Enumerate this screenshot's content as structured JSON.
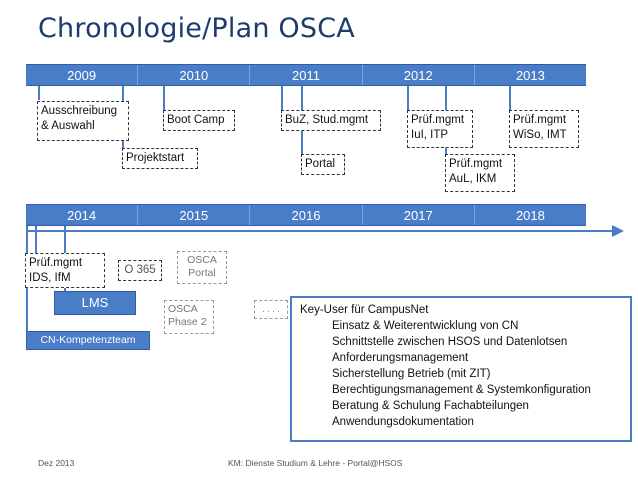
{
  "title": "Chronologie/Plan OSCA",
  "timeline_top": {
    "years": [
      "2009",
      "2010",
      "2011",
      "2012",
      "2013"
    ]
  },
  "timeline_bottom": {
    "years": [
      "2014",
      "2015",
      "2016",
      "2017",
      "2018"
    ]
  },
  "milestones_top": {
    "ausschreibung": "Ausschreibung\n& Auswahl",
    "projektstart": "Projektstart",
    "boot_camp": "Boot Camp",
    "buz": "BuZ, Stud.mgmt",
    "portal": "Portal",
    "pruef_iui": "Prüf.mgmt\nIuI, ITP",
    "pruef_aul": "Prüf.mgmt\nAuL, IKM",
    "pruef_wiso": "Prüf.mgmt\nWiSo, IMT"
  },
  "milestones_bottom": {
    "pruef_ids": "Prüf.mgmt\nIDS, IfM",
    "o365": "O 365",
    "osca_portal": "OSCA\nPortal",
    "lms": "LMS",
    "osca_phase2": "OSCA\nPhase 2",
    "dots": ". . . .",
    "cn_kompetenzteam": "CN-Kompetenzteam"
  },
  "key_user": {
    "title": "Key-User für CampusNet",
    "items": [
      "Einsatz & Weiterentwicklung von CN",
      "Schnittstelle zwischen HSOS und Datenlotsen",
      "Anforderungsmanagement",
      "Sicherstellung Betrieb (mit ZIT)",
      "Berechtigungsmanagement & Systemkonfiguration",
      "Beratung & Schulung Fachabteilungen",
      "Anwendungsdokumentation"
    ]
  },
  "footer": {
    "date": "Dez 2013",
    "source": "KM: Dienste Studium & Lehre - Portal@HSOS"
  },
  "colors": {
    "accent": "#4a7dc8",
    "title": "#1f3b6e"
  }
}
